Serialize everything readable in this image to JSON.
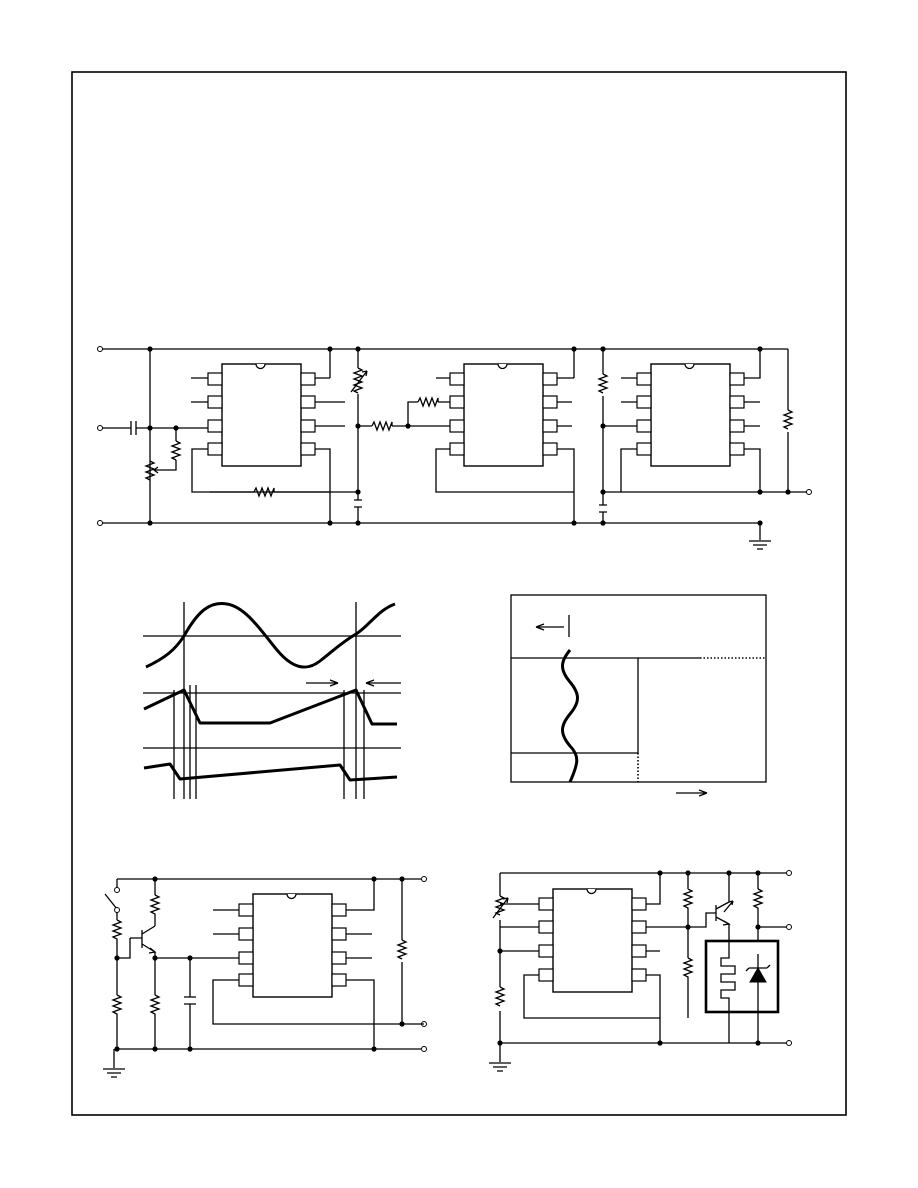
{
  "colors": {
    "line": "#000000",
    "background": "#ffffff"
  },
  "figures": [
    {
      "id": "three-timer-circuit"
    },
    {
      "id": "timing-waveforms"
    },
    {
      "id": "response-graph"
    },
    {
      "id": "transistor-timer-circuit"
    },
    {
      "id": "relay-timer-circuit"
    }
  ]
}
